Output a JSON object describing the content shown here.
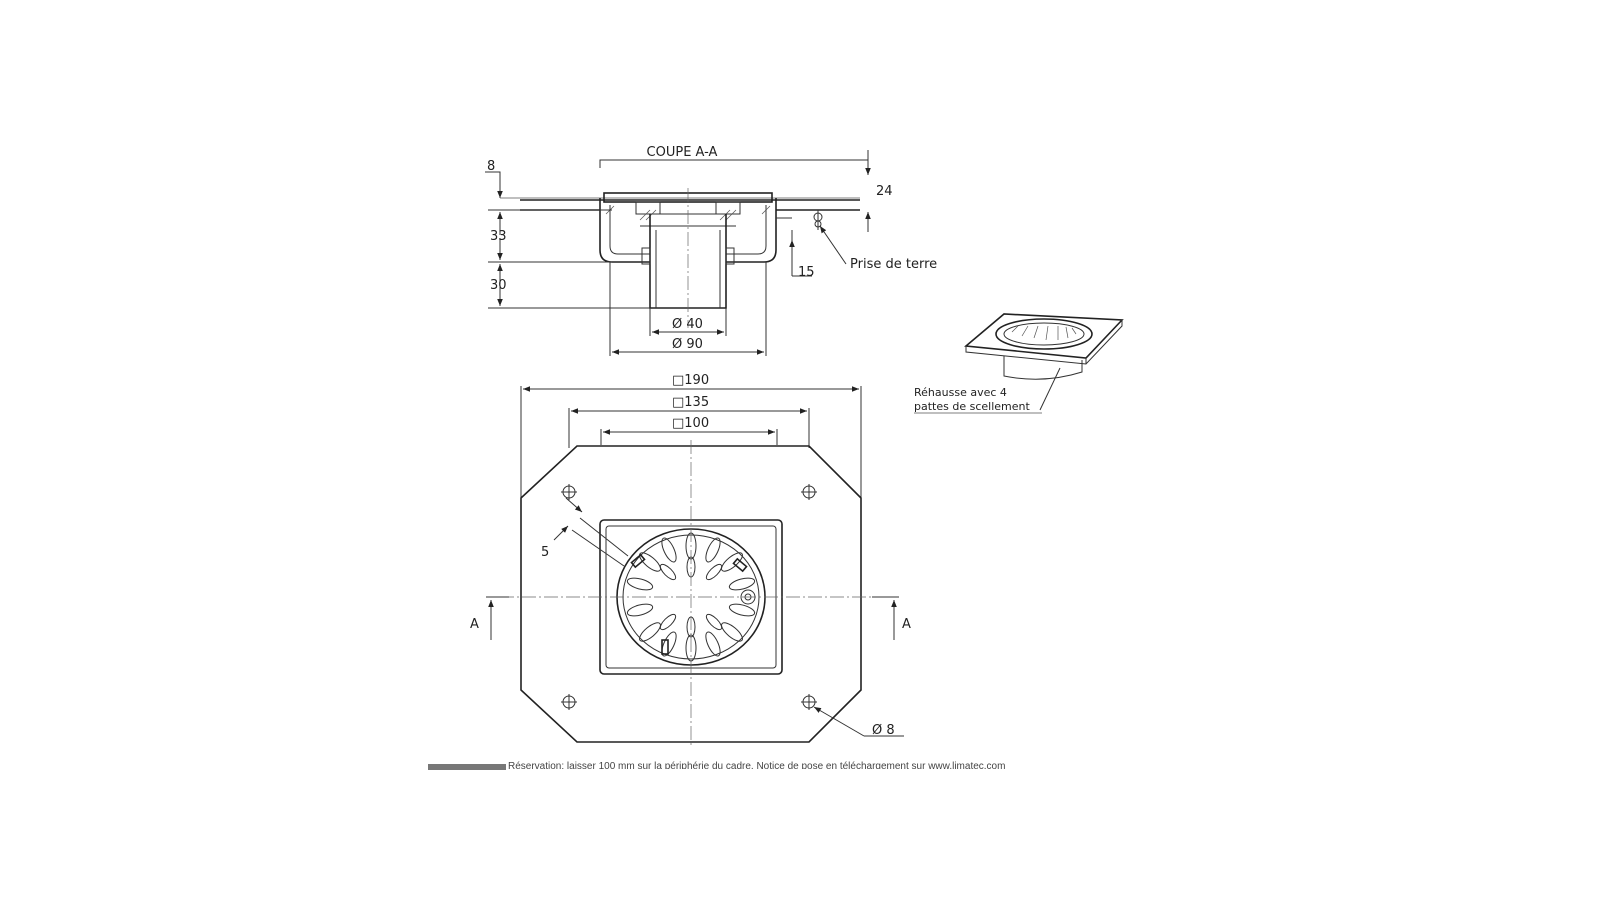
{
  "section": {
    "title": "COUPE A-A"
  },
  "dims": {
    "d8_top": "8",
    "d24": "24",
    "d33": "33",
    "d30": "30",
    "d15": "15",
    "phi40": "Ø 40",
    "phi90": "Ø 90",
    "sq190": "□190",
    "sq135": "□135",
    "sq100": "□100",
    "d5": "5",
    "phi8": "Ø 8"
  },
  "labels": {
    "prise_de_terre": "Prise de terre",
    "rehausse_line1": "Réhausse avec 4",
    "rehausse_line2": "pattes de scellement",
    "section_mark_left": "A",
    "section_mark_right": "A"
  },
  "footer": {
    "note": "Réservation: laisser 100 mm sur la périphérie du cadre. Notice de pose en téléchargement sur www.limatec.com"
  }
}
